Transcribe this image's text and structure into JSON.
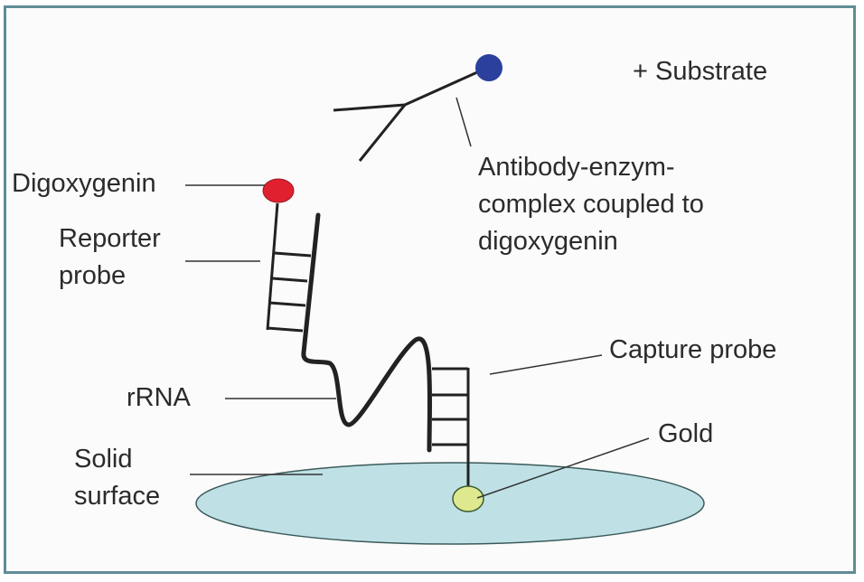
{
  "title": "Gold-surface rRNA sandwich hybridization assay",
  "labels": {
    "substrate": "+ Substrate",
    "antibody_line1": "Antibody-enzym-",
    "antibody_line2": "complex coupled to",
    "antibody_line3": "digoxygenin",
    "digoxygenin": "Digoxygenin",
    "reporter_line1": "Reporter",
    "reporter_line2": "probe",
    "rrna": "rRNA",
    "capture_probe": "Capture probe",
    "gold": "Gold",
    "solid_line1": "Solid",
    "solid_line2": "surface"
  },
  "colors": {
    "frame": "#5f8d95",
    "enzyme": "#2b3f9c",
    "digoxygenin": "#e0202f",
    "gold": "#dde88f",
    "surface": "#bfe1e6",
    "line": "#222222"
  }
}
